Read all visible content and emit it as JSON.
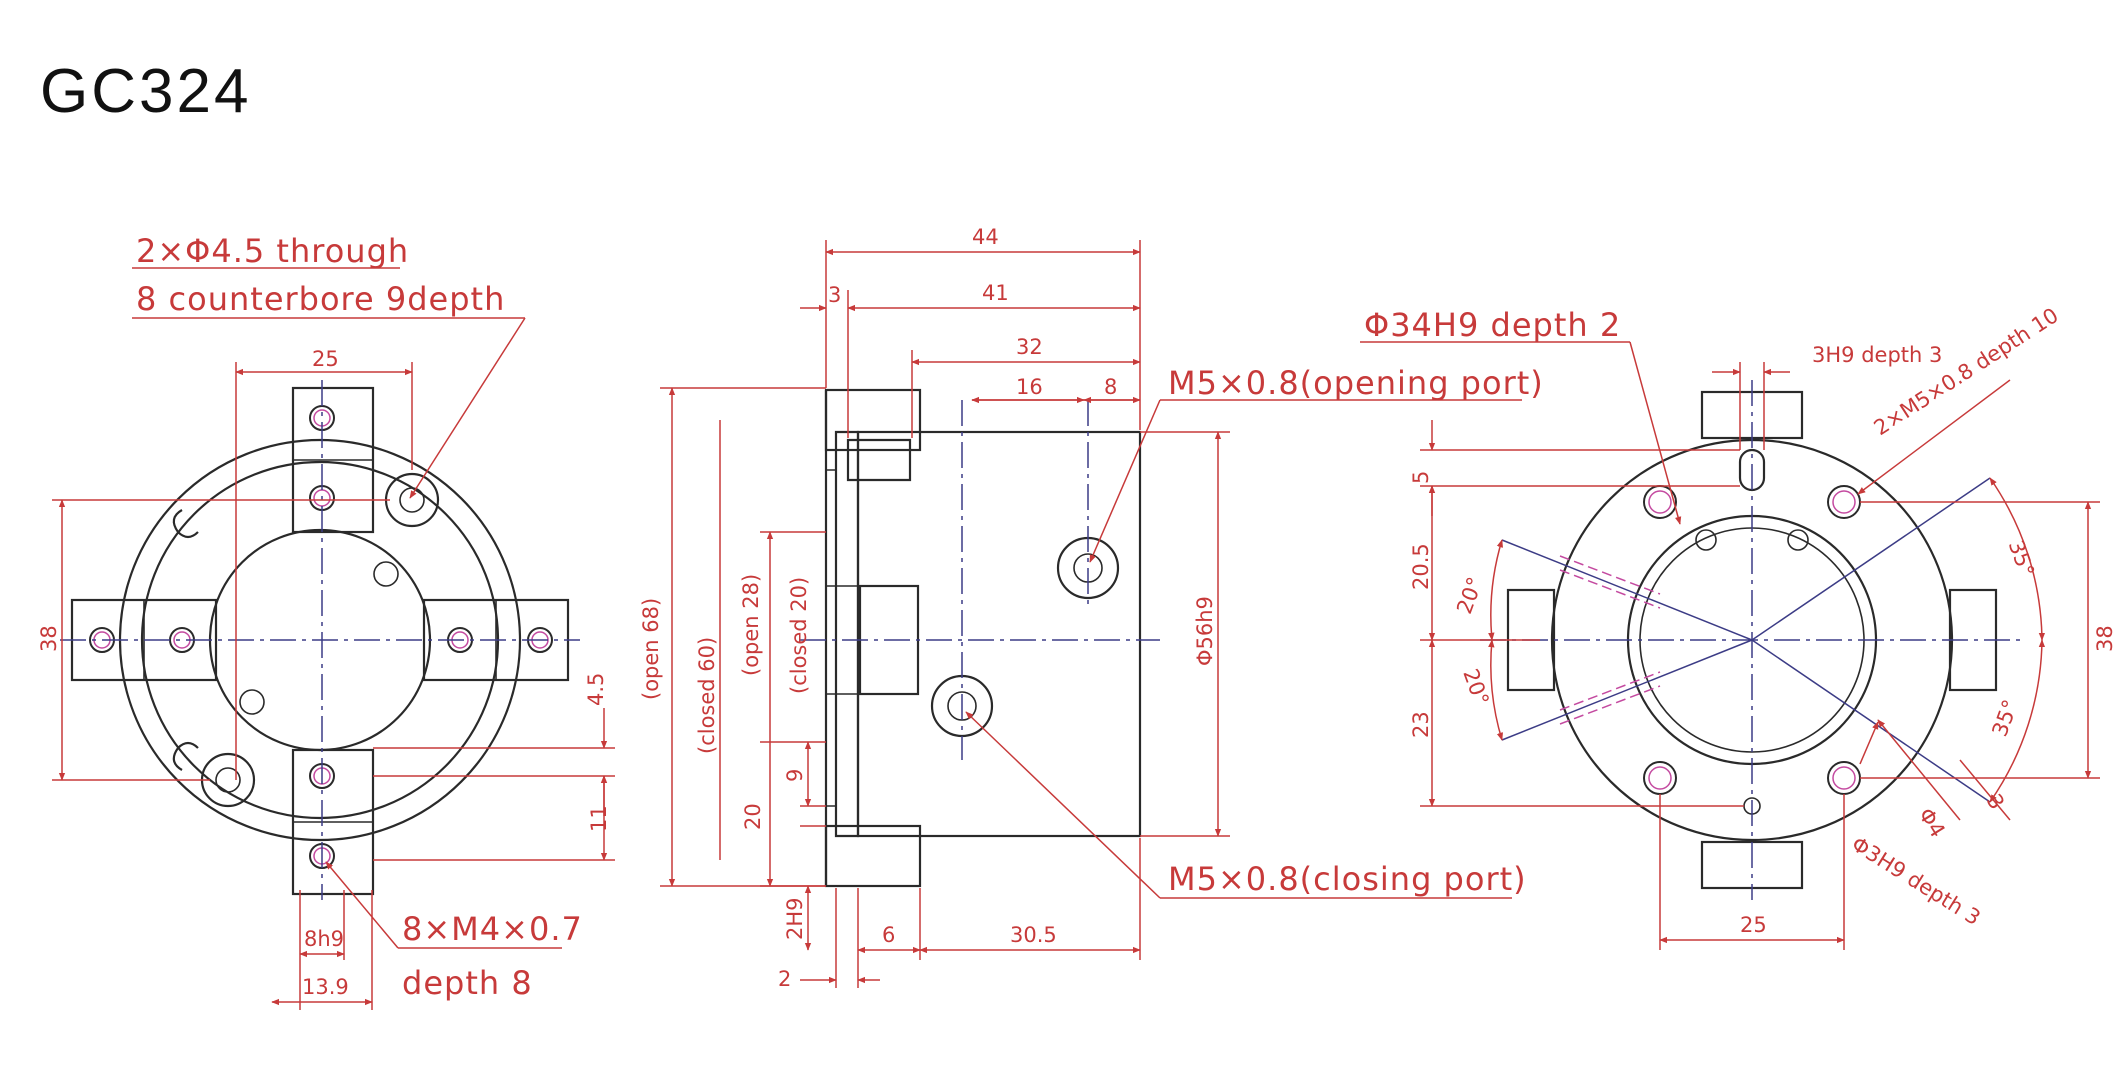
{
  "title": "GC324",
  "front_view": {
    "note_through_line1": "2×Φ4.5 through",
    "note_through_line2": "8 counterbore 9depth",
    "dim_25": "25",
    "dim_38": "38",
    "dim_4_5": "4.5",
    "dim_11": "11",
    "dim_8h9": "8h9",
    "dim_13_9": "13.9",
    "note_thread_line1": "8×M4×0.7",
    "note_thread_line2": "depth 8"
  },
  "side_view": {
    "dim_44": "44",
    "dim_3": "3",
    "dim_41": "41",
    "dim_32": "32",
    "dim_16": "16",
    "dim_8": "8",
    "opening_port": "M5×0.8(opening port)",
    "closing_port": "M5×0.8(closing port)",
    "dim_open_68": "(open 68)",
    "dim_closed_60": "(closed 60)",
    "dim_open_28": "(open 28)",
    "dim_closed_20": "(closed 20)",
    "dim_56h9": "Φ56h9",
    "dim_20": "20",
    "dim_9": "9",
    "dim_2h9": "2H9",
    "dim_6": "6",
    "dim_30_5": "30.5",
    "dim_2": "2"
  },
  "back_view": {
    "note_34h9": "Φ34H9 depth 2",
    "note_3h9": "3H9 depth 3",
    "note_m5": "2×M5×0.8 depth 10",
    "dim_5": "5",
    "dim_20_5": "20.5",
    "dim_23": "23",
    "dim_20deg_top": "20°",
    "dim_20deg_bottom": "20°",
    "dim_35deg_top": "35°",
    "dim_35deg_bottom": "35°",
    "dim_38": "38",
    "dim_phi4": "Φ4",
    "dim_3": "3",
    "note_phi3h9": "Φ3H9 depth 3",
    "dim_25": "25"
  },
  "colors": {
    "dimension": "#c73a3a",
    "outline": "#2a2a2a",
    "centerline": "#3c3c86",
    "hidden": "#c44aa0"
  }
}
